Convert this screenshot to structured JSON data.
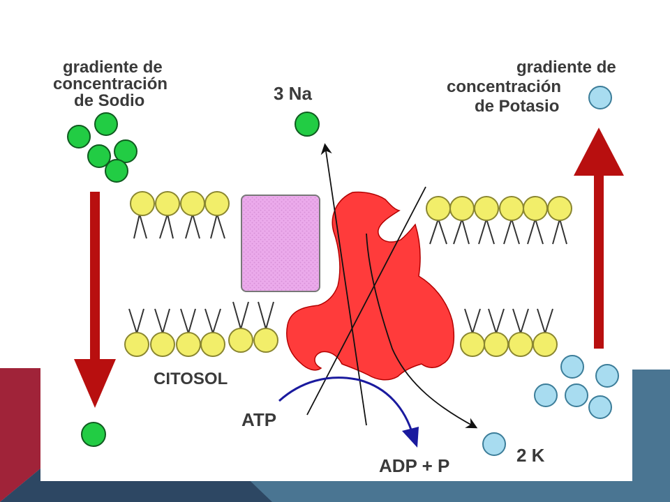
{
  "labels": {
    "sodium_gradient": [
      "gradiente de",
      "concentración",
      "de Sodio"
    ],
    "potassium_gradient": [
      "gradiente de",
      "concentración",
      "de Potasio"
    ],
    "sodium_count": "3 Na",
    "potassium_count": "2 K",
    "cytosol": "CITOSOL",
    "atp": "ATP",
    "adp": "ADP + P"
  },
  "colors": {
    "sodium_ion": "#22cc44",
    "potassium_ion": "#a8dcf0",
    "pump_protein": "#ff3b3b",
    "lipid_head": "#f2ee6a",
    "channel_protein": "#ebaaeb",
    "gradient_arrow": "#b80f0f",
    "atp_arrow": "#1a1a9e",
    "slide_red": "#a02339",
    "slide_blue": "#4a7592",
    "slide_navy": "#2d4763"
  }
}
